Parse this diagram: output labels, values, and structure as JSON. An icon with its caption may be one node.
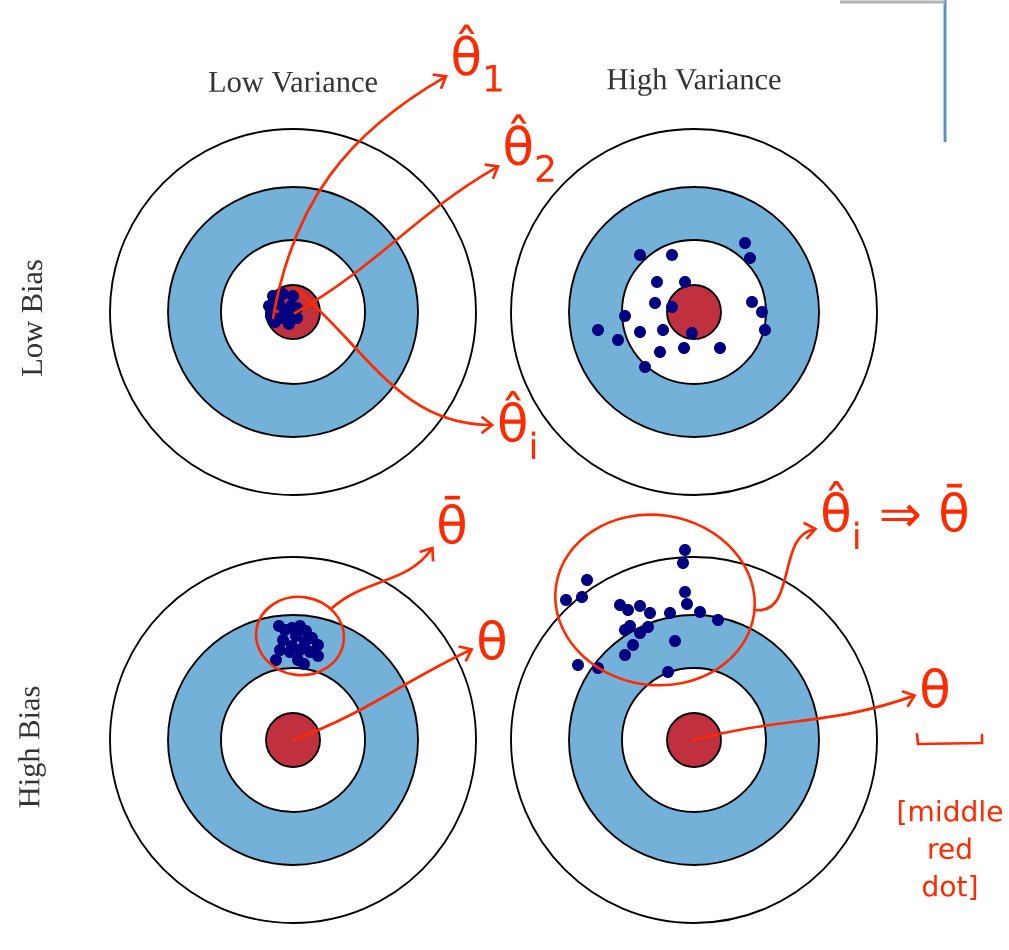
{
  "diagram": {
    "nodes": [
      {
        "text": [],
        "shape": "picture"
      },
      {
        "text": [
          "θ̂$_{1}$"
        ]
      },
      {
        "text": [
          "θ̂$_{2}$"
        ]
      },
      {
        "text": [
          "θ̂$_{i}$"
        ]
      },
      {
        "text": [],
        "shape": "circle"
      },
      {
        "text": [
          "θ̄"
        ]
      },
      {
        "text": [],
        "shape": "circle"
      },
      {
        "text": [
          "θ"
        ]
      },
      {
        "text": [],
        "shape": "circle"
      },
      {
        "text": [
          "θ̂$_{i}$ ⇒ θ̄"
        ]
      },
      {
        "text": [],
        "shape": "circle"
      },
      {
        "text": [
          "θ"
        ],
        "beside": [
          "[middle red dot]"
        ]
      }
    ],
    "edges": [
      {
        "from": 0,
        "to": 1,
        "arrow": "to"
      },
      {
        "from": 0,
        "to": 2,
        "arrow": "to"
      },
      {
        "from": 0,
        "to": 3,
        "arrow": "to"
      },
      {
        "from": 4,
        "to": 5,
        "arrow": "to"
      },
      {
        "from": 6,
        "to": 7,
        "arrow": "to"
      },
      {
        "from": 8,
        "to": 9,
        "arrow": "to"
      },
      {
        "from": 10,
        "to": 11,
        "arrow": "to"
      }
    ],
    "labels": [
      "Low Variance",
      "High Variance",
      "Low Bias",
      "High Bias"
    ]
  }
}
